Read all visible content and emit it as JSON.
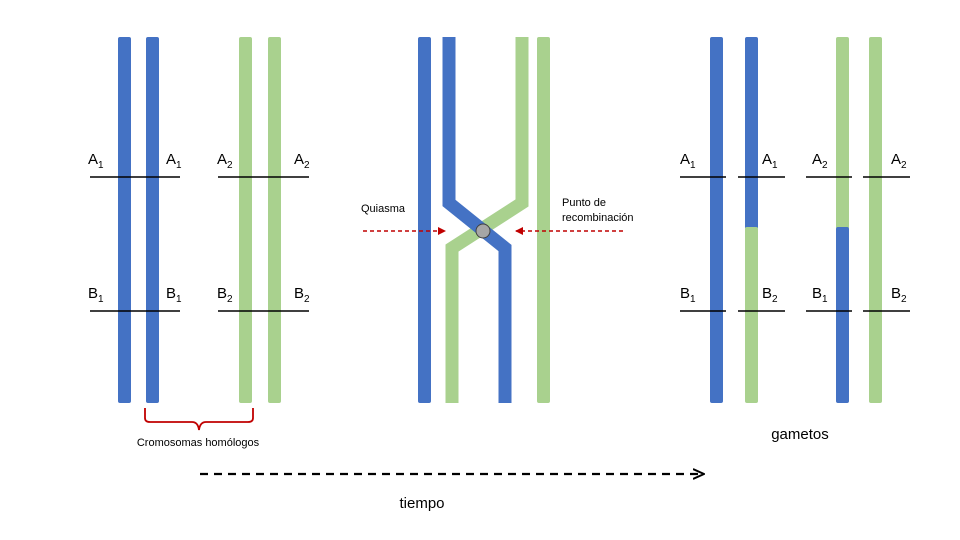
{
  "colors": {
    "blue": "#4472C4",
    "green": "#A9D18E",
    "line": "#000000",
    "arrow_red": "#C00000",
    "bracket_red": "#C00000",
    "chiasma_fill": "#A6A6A6"
  },
  "stage1": {
    "label_A1": "A",
    "label_A1_sub": "1",
    "label_A2": "A",
    "label_A2_sub": "2",
    "label_B1": "B",
    "label_B1_sub": "1",
    "label_B2": "B",
    "label_B2_sub": "2",
    "bracket_label": "Cromosomas homólogos"
  },
  "stage2": {
    "chiasma_label": "Quiasma",
    "recomb_label_line1": "Punto de",
    "recomb_label_line2": "recombinación"
  },
  "stage3": {
    "label": "gametos"
  },
  "time_label": "tiempo",
  "icons": {
    "chiasma": "circle",
    "arrows": "dashed-arrow"
  }
}
